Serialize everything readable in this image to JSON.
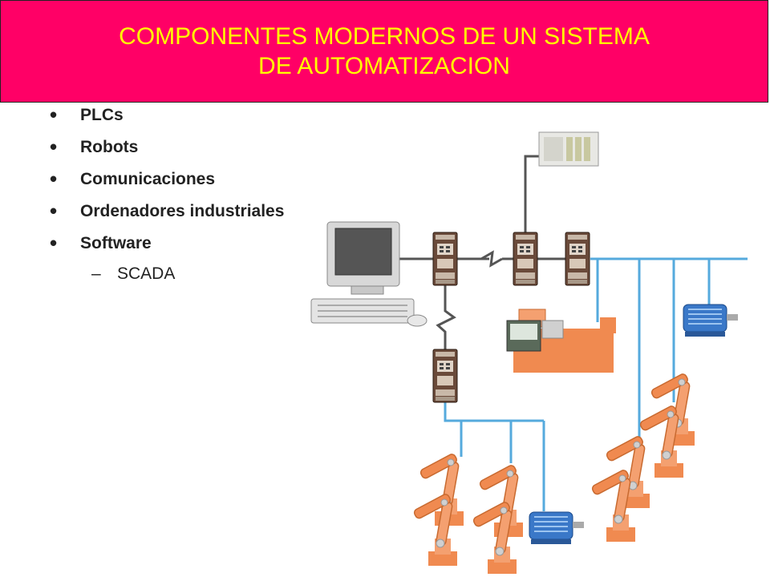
{
  "slide": {
    "title_lines": [
      "COMPONENTES MODERNOS DE UN SISTEMA",
      "DE AUTOMATIZACION"
    ],
    "bullets": [
      "PLCs",
      "Robots",
      "Comunicaciones",
      "Ordenadores industriales",
      "Software"
    ],
    "sub_bullets": [
      "SCADA"
    ]
  },
  "colors": {
    "title_bg": "#ff0066",
    "title_text": "#ffff00",
    "network_line": "#55aadd",
    "robot": "#f08a50",
    "motor": "#3a78c8",
    "plc": "#6a4a3a"
  },
  "icons": [
    "computer-workstation",
    "plc-module",
    "io-panel",
    "cnc-machine",
    "electric-motor",
    "industrial-robot"
  ]
}
